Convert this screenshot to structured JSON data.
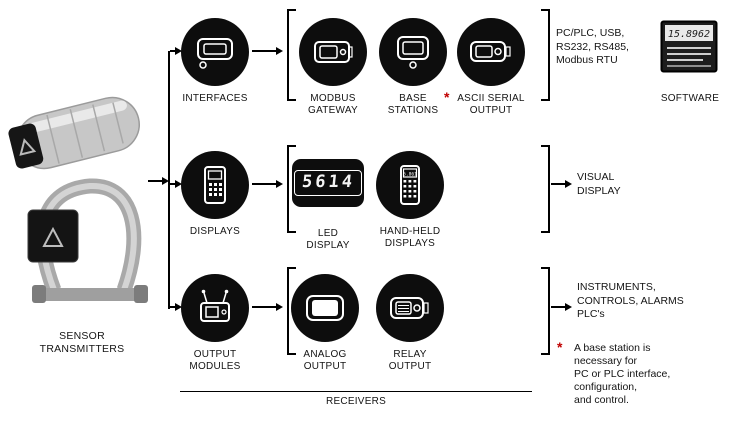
{
  "colors": {
    "accent_red": "#c00000",
    "node_black": "#0d0d0d"
  },
  "source": {
    "label": "SENSOR\nTRANSMITTERS"
  },
  "receivers_label": "RECEIVERS",
  "rows": [
    {
      "group": {
        "label": "INTERFACES"
      },
      "items": [
        {
          "label": "MODBUS\nGATEWAY"
        },
        {
          "label": "BASE\nSTATIONS",
          "asterisk": "*"
        },
        {
          "label": "ASCII SERIAL\nOUTPUT"
        }
      ],
      "output": {
        "label": "PC/PLC, USB,\nRS232, RS485,\nModbus RTU"
      }
    },
    {
      "group": {
        "label": "DISPLAYS"
      },
      "items": [
        {
          "label": "LED\nDISPLAY",
          "reading": "5614"
        },
        {
          "label": "HAND-HELD\nDISPLAYS",
          "reading": "5.861"
        }
      ],
      "output": {
        "label": "VISUAL\nDISPLAY"
      }
    },
    {
      "group": {
        "label": "OUTPUT\nMODULES"
      },
      "items": [
        {
          "label": "ANALOG\nOUTPUT"
        },
        {
          "label": "RELAY\nOUTPUT"
        }
      ],
      "output": {
        "label": "INSTRUMENTS,\nCONTROLS, ALARMS\nPLC's"
      }
    }
  ],
  "software": {
    "label": "SOFTWARE",
    "reading": "15.8962"
  },
  "footnote": {
    "marker": "*",
    "text": "A base station is\nnecessary for\nPC or PLC interface,\nconfiguration,\nand control."
  }
}
